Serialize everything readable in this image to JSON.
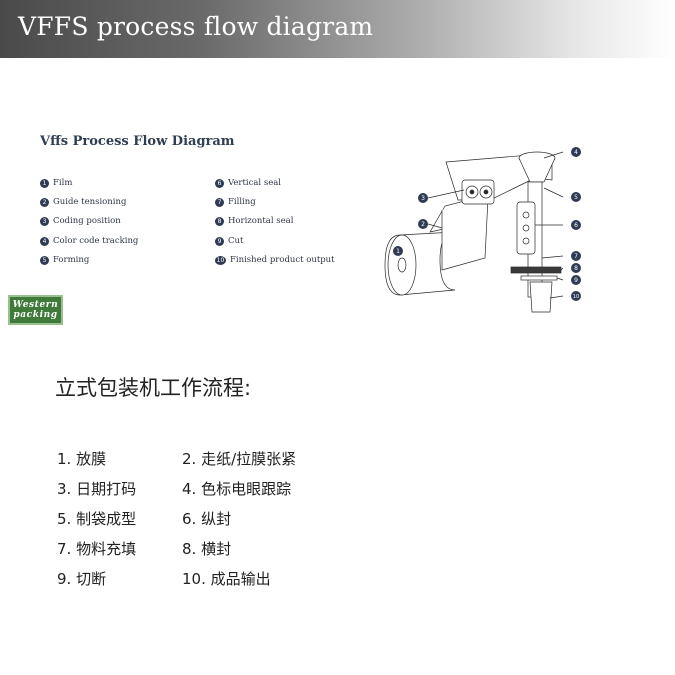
{
  "header": {
    "title": "VFFS process flow diagram"
  },
  "diagram": {
    "title": "Vffs Process Flow Diagram",
    "legend": [
      {
        "num": "1",
        "label": "Film"
      },
      {
        "num": "2",
        "label": "Guide tensioning"
      },
      {
        "num": "3",
        "label": "Coding position"
      },
      {
        "num": "4",
        "label": "Color code tracking"
      },
      {
        "num": "5",
        "label": "Forming"
      },
      {
        "num": "6",
        "label": "Vertical seal"
      },
      {
        "num": "7",
        "label": "Filling"
      },
      {
        "num": "8",
        "label": "Horizontal seal"
      },
      {
        "num": "9",
        "label": "Cut"
      },
      {
        "num": "10",
        "label": "Finished product output"
      }
    ],
    "callouts": [
      "1",
      "2",
      "3",
      "4",
      "5",
      "6",
      "7",
      "8",
      "9",
      "10"
    ]
  },
  "logo": {
    "line1": "Western",
    "line2": "packing",
    "color": "#3f7a3a"
  },
  "chinese": {
    "title": "立式包装机工作流程:",
    "steps": [
      "1. 放膜",
      "2. 走纸/拉膜张紧",
      "3. 日期打码",
      "4. 色标电眼跟踪",
      "5. 制袋成型",
      "6. 纵封",
      "7. 物料充填",
      "8. 横封",
      "9. 切断",
      "10. 成品输出"
    ]
  }
}
